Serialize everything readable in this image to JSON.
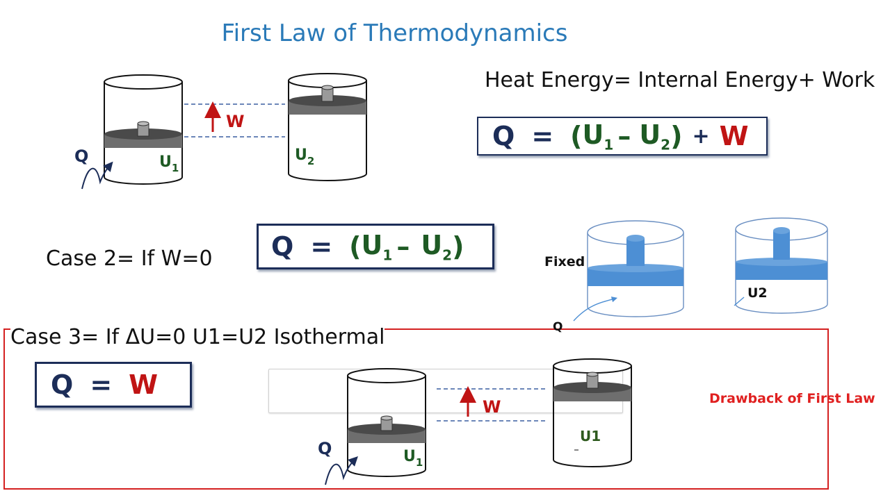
{
  "title": "First Law of Thermodynamics",
  "heat_statement": "Heat Energy= Internal Energy+ Work",
  "main_equation": {
    "q": "Q",
    "eq": "=",
    "open": "(",
    "u1": "U",
    "u1_sub": "1",
    "minus": "–",
    "u2": "U",
    "u2_sub": "2",
    "close": ")",
    "plus": "+",
    "w": "W"
  },
  "case2": {
    "heading": "Case 2= If W=0",
    "equation": {
      "q": "Q",
      "eq": "=",
      "open": "(",
      "u1": "U",
      "u1_sub": "1",
      "minus": "–",
      "u2": "U",
      "u2_sub": "2",
      "close": ")"
    },
    "fixed_label": "Fixed",
    "q_label": "Q",
    "u2_label": "U2"
  },
  "case3": {
    "heading": "Case 3= If ΔU=0 U1=U2   Isothermal",
    "equation": {
      "q": "Q",
      "eq": "=",
      "w": "W"
    },
    "q_label": "Q",
    "w_label": "W",
    "u1_label": "U",
    "u1_sub": "1",
    "u1_right_label": "U1",
    "drawback": "Drawback of First Law"
  },
  "top_diagram": {
    "q_label": "Q",
    "w_label": "W",
    "u1_label": "U",
    "u1_sub": "1",
    "u2_label": "U",
    "u2_sub": "2"
  },
  "colors": {
    "title": "#2a7ab8",
    "equation_dark": "#1c2d58",
    "internal_energy_green": "#1e5a24",
    "work_red": "#c01414",
    "frame_red": "#d42020",
    "piston_blue": "#4d8fd4"
  }
}
